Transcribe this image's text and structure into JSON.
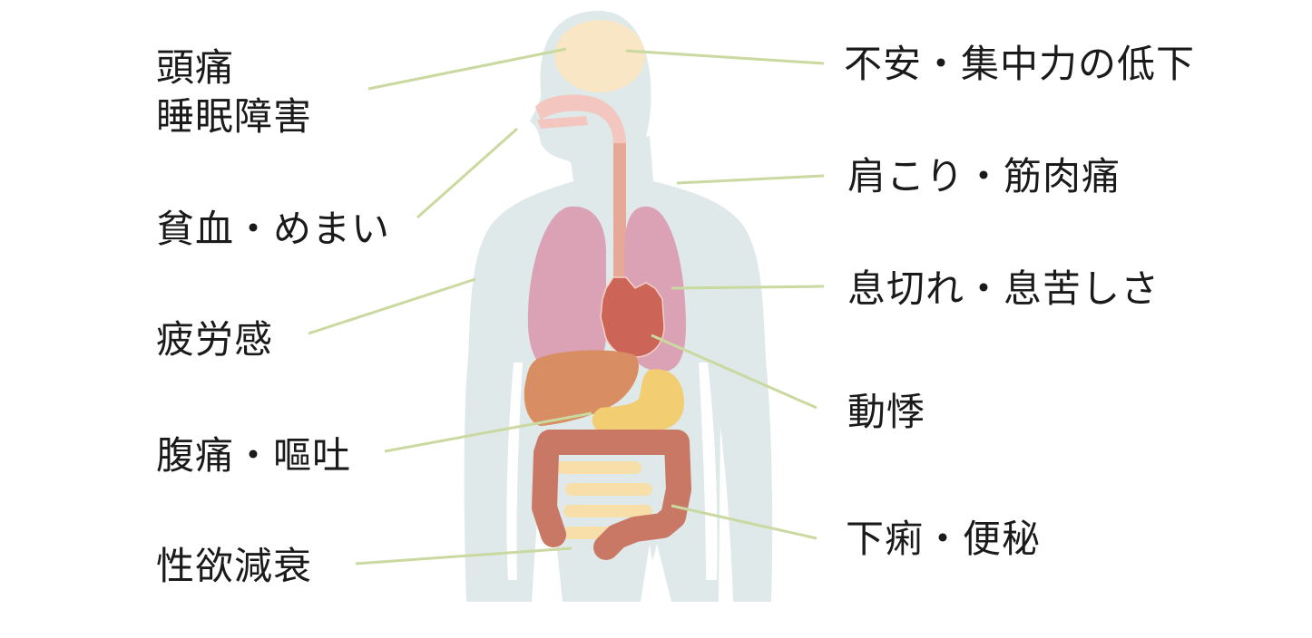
{
  "diagram": {
    "type": "anatomy-symptom-map",
    "colors": {
      "body": "#dfe9ea",
      "brain": "#f8e6c4",
      "airway": "#f4c6c0",
      "esophagus": "#e8a898",
      "lungs": "#dba2b6",
      "heart": "#cc6457",
      "liver": "#d98d62",
      "stomach": "#f3cd72",
      "small_intestine": "#f8dfaa",
      "large_intestine": "#c87864",
      "leader_line": "#c9d9a0",
      "text": "#1a1a1a"
    },
    "left_labels": [
      {
        "id": "headache-insomnia",
        "lines": [
          "頭痛",
          "睡眠障害"
        ],
        "target": "brain"
      },
      {
        "id": "anemia-dizziness",
        "lines": [
          "貧血・めまい"
        ],
        "target": "throat"
      },
      {
        "id": "fatigue",
        "lines": [
          "疲労感"
        ],
        "target": "body"
      },
      {
        "id": "abdominal-pain-vomiting",
        "lines": [
          "腹痛・嘔吐"
        ],
        "target": "stomach"
      },
      {
        "id": "decreased-libido",
        "lines": [
          "性欲減衰"
        ],
        "target": "pelvis"
      }
    ],
    "right_labels": [
      {
        "id": "anxiety-concentration",
        "lines": [
          "不安・集中力の低下"
        ],
        "target": "brain"
      },
      {
        "id": "stiff-shoulders-muscle-pain",
        "lines": [
          "肩こり・筋肉痛"
        ],
        "target": "shoulder"
      },
      {
        "id": "shortness-of-breath",
        "lines": [
          "息切れ・息苦しさ"
        ],
        "target": "lungs"
      },
      {
        "id": "palpitations",
        "lines": [
          "動悸"
        ],
        "target": "heart"
      },
      {
        "id": "diarrhea-constipation",
        "lines": [
          "下痢・便秘"
        ],
        "target": "large-intestine"
      }
    ]
  }
}
